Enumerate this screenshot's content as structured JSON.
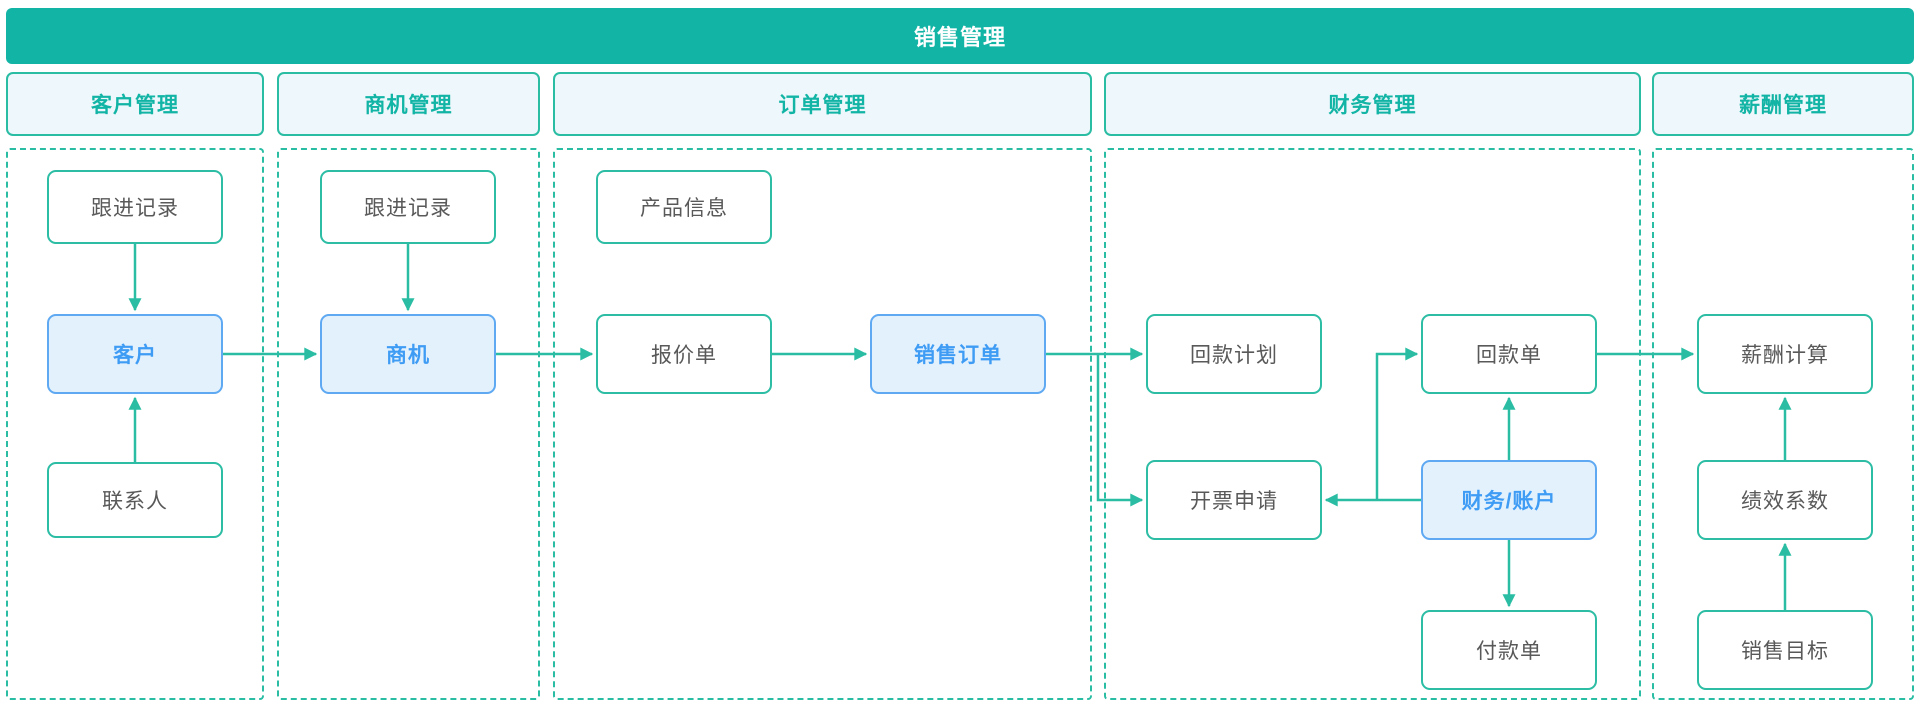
{
  "banner": {
    "title": "销售管理"
  },
  "columns": [
    {
      "header": "客户管理"
    },
    {
      "header": "商机管理"
    },
    {
      "header": "订单管理"
    },
    {
      "header": "财务管理"
    },
    {
      "header": "薪酬管理"
    }
  ],
  "nodes": {
    "follow_record_customer": {
      "label": "跟进记录",
      "style": "plain"
    },
    "customer": {
      "label": "客户",
      "style": "highlight"
    },
    "contact": {
      "label": "联系人",
      "style": "plain"
    },
    "follow_record_opportunity": {
      "label": "跟进记录",
      "style": "plain"
    },
    "opportunity": {
      "label": "商机",
      "style": "highlight"
    },
    "product_info": {
      "label": "产品信息",
      "style": "plain"
    },
    "quotation": {
      "label": "报价单",
      "style": "plain"
    },
    "sales_order": {
      "label": "销售订单",
      "style": "highlight"
    },
    "payment_plan": {
      "label": "回款计划",
      "style": "plain"
    },
    "payment_receipt": {
      "label": "回款单",
      "style": "plain"
    },
    "invoice_request": {
      "label": "开票申请",
      "style": "plain"
    },
    "finance_account": {
      "label": "财务/账户",
      "style": "highlight"
    },
    "payment_bill": {
      "label": "付款单",
      "style": "plain"
    },
    "salary_calculation": {
      "label": "薪酬计算",
      "style": "plain"
    },
    "performance_factor": {
      "label": "绩效系数",
      "style": "plain"
    },
    "sales_target": {
      "label": "销售目标",
      "style": "plain"
    }
  },
  "edges": [
    {
      "from": "跟进记录(客户管理)",
      "to": "客户",
      "direction": "down"
    },
    {
      "from": "联系人",
      "to": "客户",
      "direction": "up"
    },
    {
      "from": "客户",
      "to": "商机",
      "direction": "right"
    },
    {
      "from": "跟进记录(商机管理)",
      "to": "商机",
      "direction": "down"
    },
    {
      "from": "商机",
      "to": "报价单",
      "direction": "right"
    },
    {
      "from": "报价单",
      "to": "销售订单",
      "direction": "right"
    },
    {
      "from": "销售订单",
      "to": "回款计划",
      "direction": "right"
    },
    {
      "from": "销售订单",
      "to": "开票申请",
      "direction": "branch-down-right"
    },
    {
      "from": "财务/账户",
      "to": "开票申请",
      "direction": "left"
    },
    {
      "from": "财务/账户",
      "to": "回款单",
      "direction": "branch-up-right"
    },
    {
      "from": "财务/账户",
      "to": "回款单",
      "direction": "up"
    },
    {
      "from": "财务/账户",
      "to": "付款单",
      "direction": "down"
    },
    {
      "from": "回款单",
      "to": "薪酬计算",
      "direction": "right"
    },
    {
      "from": "绩效系数",
      "to": "薪酬计算",
      "direction": "up"
    },
    {
      "from": "销售目标",
      "to": "绩效系数",
      "direction": "up"
    }
  ],
  "colors": {
    "banner_bg": "#12b4a5",
    "teal_line": "#2abda4",
    "header_fill": "#eef7fb",
    "header_text": "#12b4a5",
    "node_border": "#2cbda4",
    "node_text": "#595959",
    "highlight_fill": "#e3f1fd",
    "highlight_border": "#5ea9f2",
    "highlight_text": "#3f9cf4"
  }
}
